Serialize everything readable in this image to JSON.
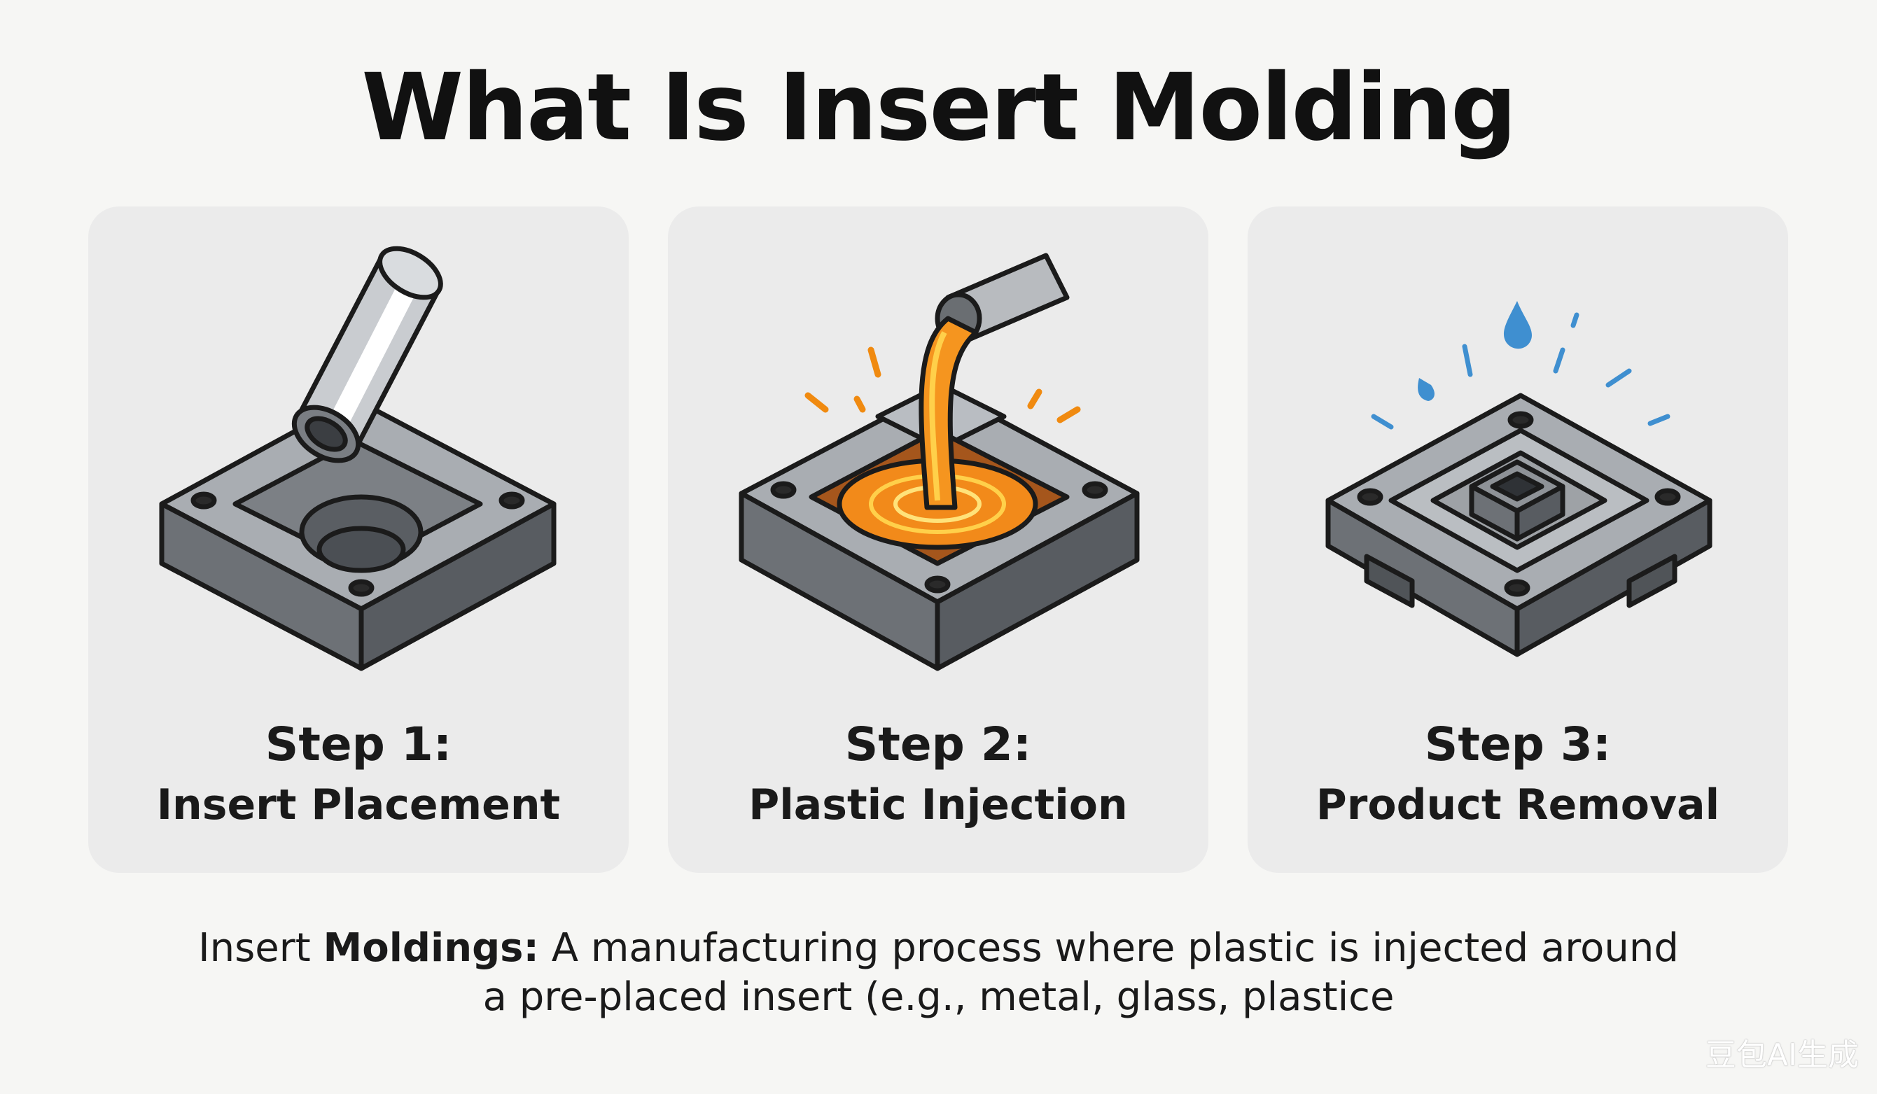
{
  "title": "What Is Insert Molding",
  "steps": [
    {
      "number": "Step 1:",
      "label": "Insert Placement"
    },
    {
      "number": "Step 2:",
      "label": "Plastic Injection"
    },
    {
      "number": "Step 3:",
      "label": "Product Removal"
    }
  ],
  "caption": {
    "word1": "Insert",
    "bold": "Moldings:",
    "line1_rest": "A manufacturing process where plastic is injected around",
    "line2": "a pre-placed insert (e.g., metal, glass, plastice"
  },
  "watermark": "豆包AI生成",
  "colors": {
    "metal": "#6f7378",
    "metal_top": "#9a9ea3",
    "molten": "#f28a1a",
    "molten_hi": "#ffd04a",
    "water": "#3f8fd0",
    "card": "#ebebeb"
  }
}
